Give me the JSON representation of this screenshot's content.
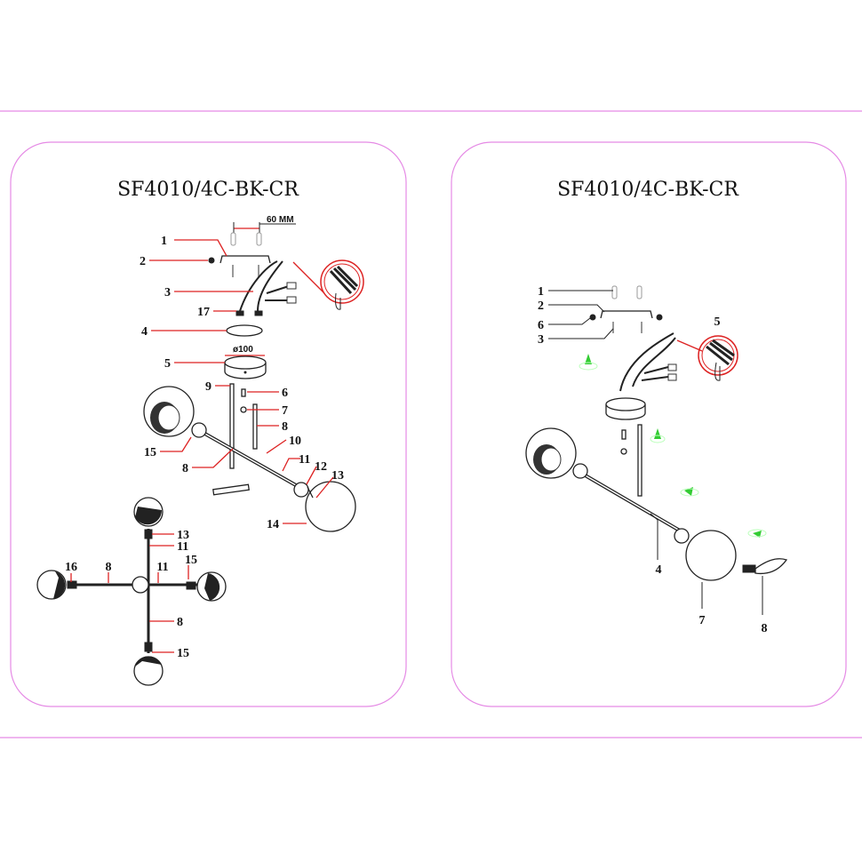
{
  "left_panel": {
    "title": "SF4010/4C-BK-CR",
    "dimension_spacing": "60 MM",
    "dimension_diameter": "ø100",
    "callouts": [
      "1",
      "2",
      "3",
      "17",
      "4",
      "5",
      "9",
      "6",
      "7",
      "8",
      "10",
      "15",
      "8",
      "11",
      "12",
      "13",
      "14"
    ],
    "plan_callouts": [
      "13",
      "11",
      "16",
      "8",
      "11",
      "15",
      "8",
      "15"
    ]
  },
  "right_panel": {
    "title": "SF4010/4C-BK-CR",
    "callouts": [
      "1",
      "2",
      "6",
      "3",
      "5",
      "4",
      "7",
      "8"
    ]
  },
  "colors": {
    "frame": "#e58ae5",
    "leader": "#dd2222"
  }
}
